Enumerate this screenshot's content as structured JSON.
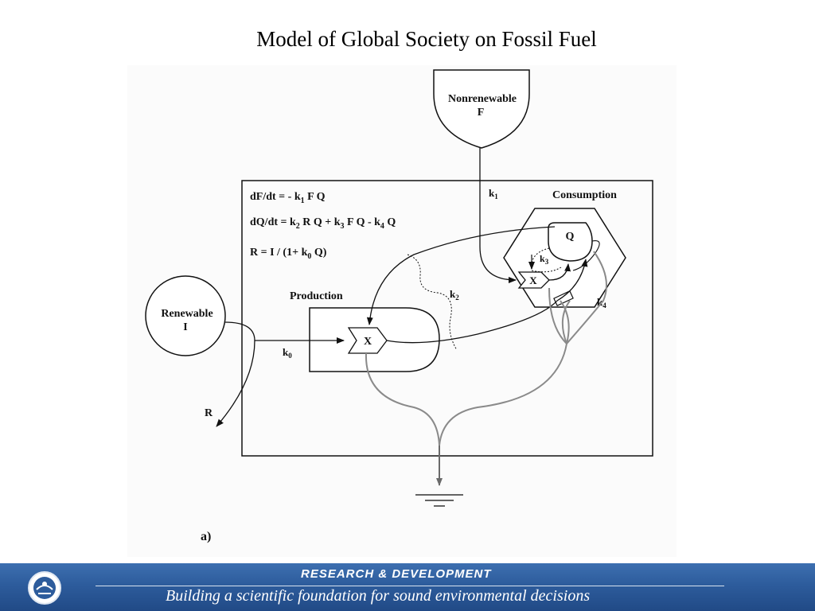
{
  "title": "Model of Global Society on Fossil Fuel",
  "diagram": {
    "nonrenewable_line1": "Nonrenewable",
    "nonrenewable_line2": "F",
    "renewable_line1": "Renewable",
    "renewable_line2": "I",
    "consumption_label": "Consumption",
    "production_label": "Production",
    "storage_q": "Q",
    "multiplier_production": "X",
    "multiplier_consumption": "X",
    "equations": [
      {
        "parts": [
          "dF/dt = - k",
          "1",
          " F Q"
        ]
      },
      {
        "parts": [
          "dQ/dt  =  k",
          "2",
          " R Q + k",
          "3",
          " F Q - k",
          "4",
          " Q"
        ]
      },
      {
        "parts": [
          "R = I / (1+ k",
          "0",
          " Q)"
        ]
      }
    ],
    "rate_labels": {
      "k1": {
        "base": "k",
        "sub": "1"
      },
      "k2": {
        "base": "k",
        "sub": "2"
      },
      "k3": {
        "base": "k",
        "sub": "3"
      },
      "k4": {
        "base": "k",
        "sub": "4"
      },
      "k0": {
        "base": "k",
        "sub": "0"
      }
    },
    "remainder_label": "R",
    "panel_label": "a)"
  },
  "footer": {
    "heading": "RESEARCH &  DEVELOPMENT",
    "tagline": "Building a scientific foundation for sound environmental decisions"
  },
  "colors": {
    "ink": "#111111",
    "heat_sink_flow": "#8a8a8a",
    "footer_blue": "#2d5c9c"
  }
}
